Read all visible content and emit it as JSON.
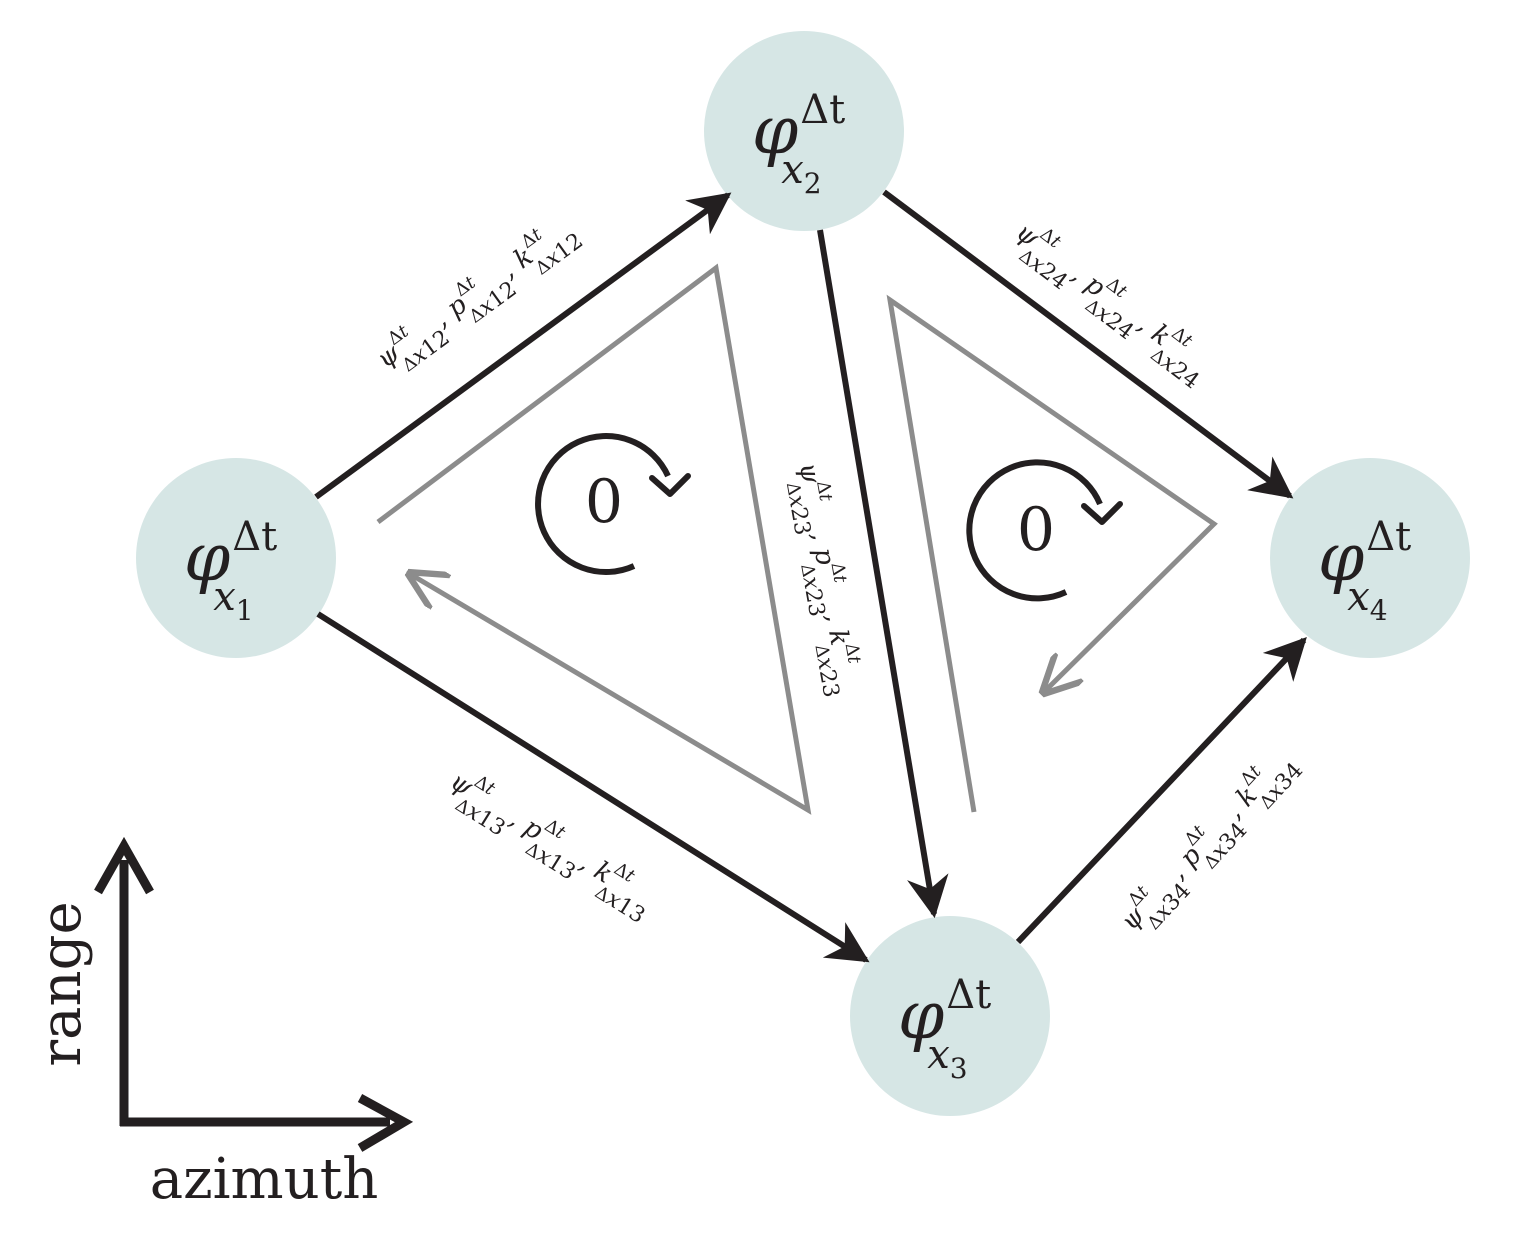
{
  "nodes": [
    {
      "id": "x1",
      "sym": "φ",
      "sup": "Δt",
      "sub": "x",
      "subnum": "1"
    },
    {
      "id": "x2",
      "sym": "φ",
      "sup": "Δt",
      "sub": "x",
      "subnum": "2"
    },
    {
      "id": "x3",
      "sym": "φ",
      "sup": "Δt",
      "sub": "x",
      "subnum": "3"
    },
    {
      "id": "x4",
      "sym": "φ",
      "sup": "Δt",
      "sub": "x",
      "subnum": "4"
    }
  ],
  "edges": [
    {
      "id": "e12",
      "from": "x1",
      "to": "x2",
      "label": "ψΔtΔx12, pΔtΔx12, kΔtΔx12",
      "idx": "12"
    },
    {
      "id": "e13",
      "from": "x1",
      "to": "x3",
      "label": "ψΔtΔx13, pΔtΔx13, kΔtΔx13",
      "idx": "13"
    },
    {
      "id": "e23",
      "from": "x2",
      "to": "x3",
      "label": "ψΔtΔx23, pΔtΔx23, kΔtΔx23",
      "idx": "23"
    },
    {
      "id": "e24",
      "from": "x2",
      "to": "x4",
      "label": "ψΔtΔx24, pΔtΔx24, kΔtΔx24",
      "idx": "24"
    },
    {
      "id": "e34",
      "from": "x3",
      "to": "x4",
      "label": "ψΔtΔx34, pΔtΔx34, kΔtΔx34",
      "idx": "34"
    }
  ],
  "loops": [
    {
      "id": "loop-left",
      "value": "0"
    },
    {
      "id": "loop-right",
      "value": "0"
    }
  ],
  "axes": {
    "vertical": "range",
    "horizontal": "azimuth"
  },
  "colors": {
    "node_fill": "#d6e6e5",
    "edge": "#231f20",
    "loop": "#8c8c8c"
  }
}
